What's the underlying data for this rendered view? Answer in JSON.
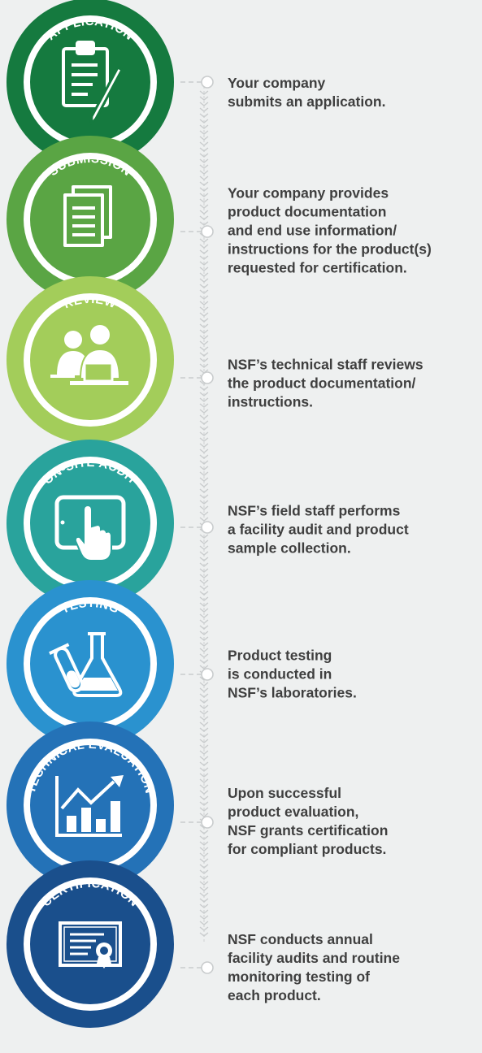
{
  "steps": [
    {
      "label": "APPLICATION",
      "text": "Your company\nsubmits an application.",
      "color": "#157a3f",
      "icon": "clipboard-pen-icon"
    },
    {
      "label": "SUBMISSION",
      "text": "Your company provides\nproduct documentation\nand end use information/\ninstructions for the product(s)\nrequested for certification.",
      "color": "#5aa544",
      "icon": "documents-icon"
    },
    {
      "label": "REVIEW",
      "text": "NSF’s technical staff reviews\nthe product documentation/\ninstructions.",
      "color": "#a3cd5a",
      "icon": "reviewers-laptop-icon"
    },
    {
      "label": "ON-SITE AUDIT",
      "text": "NSF’s field staff performs\na facility audit and product\nsample collection.",
      "color": "#29a39c",
      "icon": "tablet-touch-icon"
    },
    {
      "label": "TESTING",
      "text": "Product testing\nis conducted in\nNSF’s laboratories.",
      "color": "#2a92cf",
      "icon": "lab-flask-icon"
    },
    {
      "label": "TECHNICAL EVALUATION",
      "text": "Upon successful\nproduct evaluation,\nNSF grants certification\nfor compliant products.",
      "color": "#2472b7",
      "icon": "growth-chart-icon"
    },
    {
      "label": "CERTIFICATION",
      "text": "NSF conducts annual\nfacility audits and routine\nmonitoring testing of\neach product.",
      "color": "#1a4f8c",
      "icon": "certificate-icon"
    }
  ]
}
